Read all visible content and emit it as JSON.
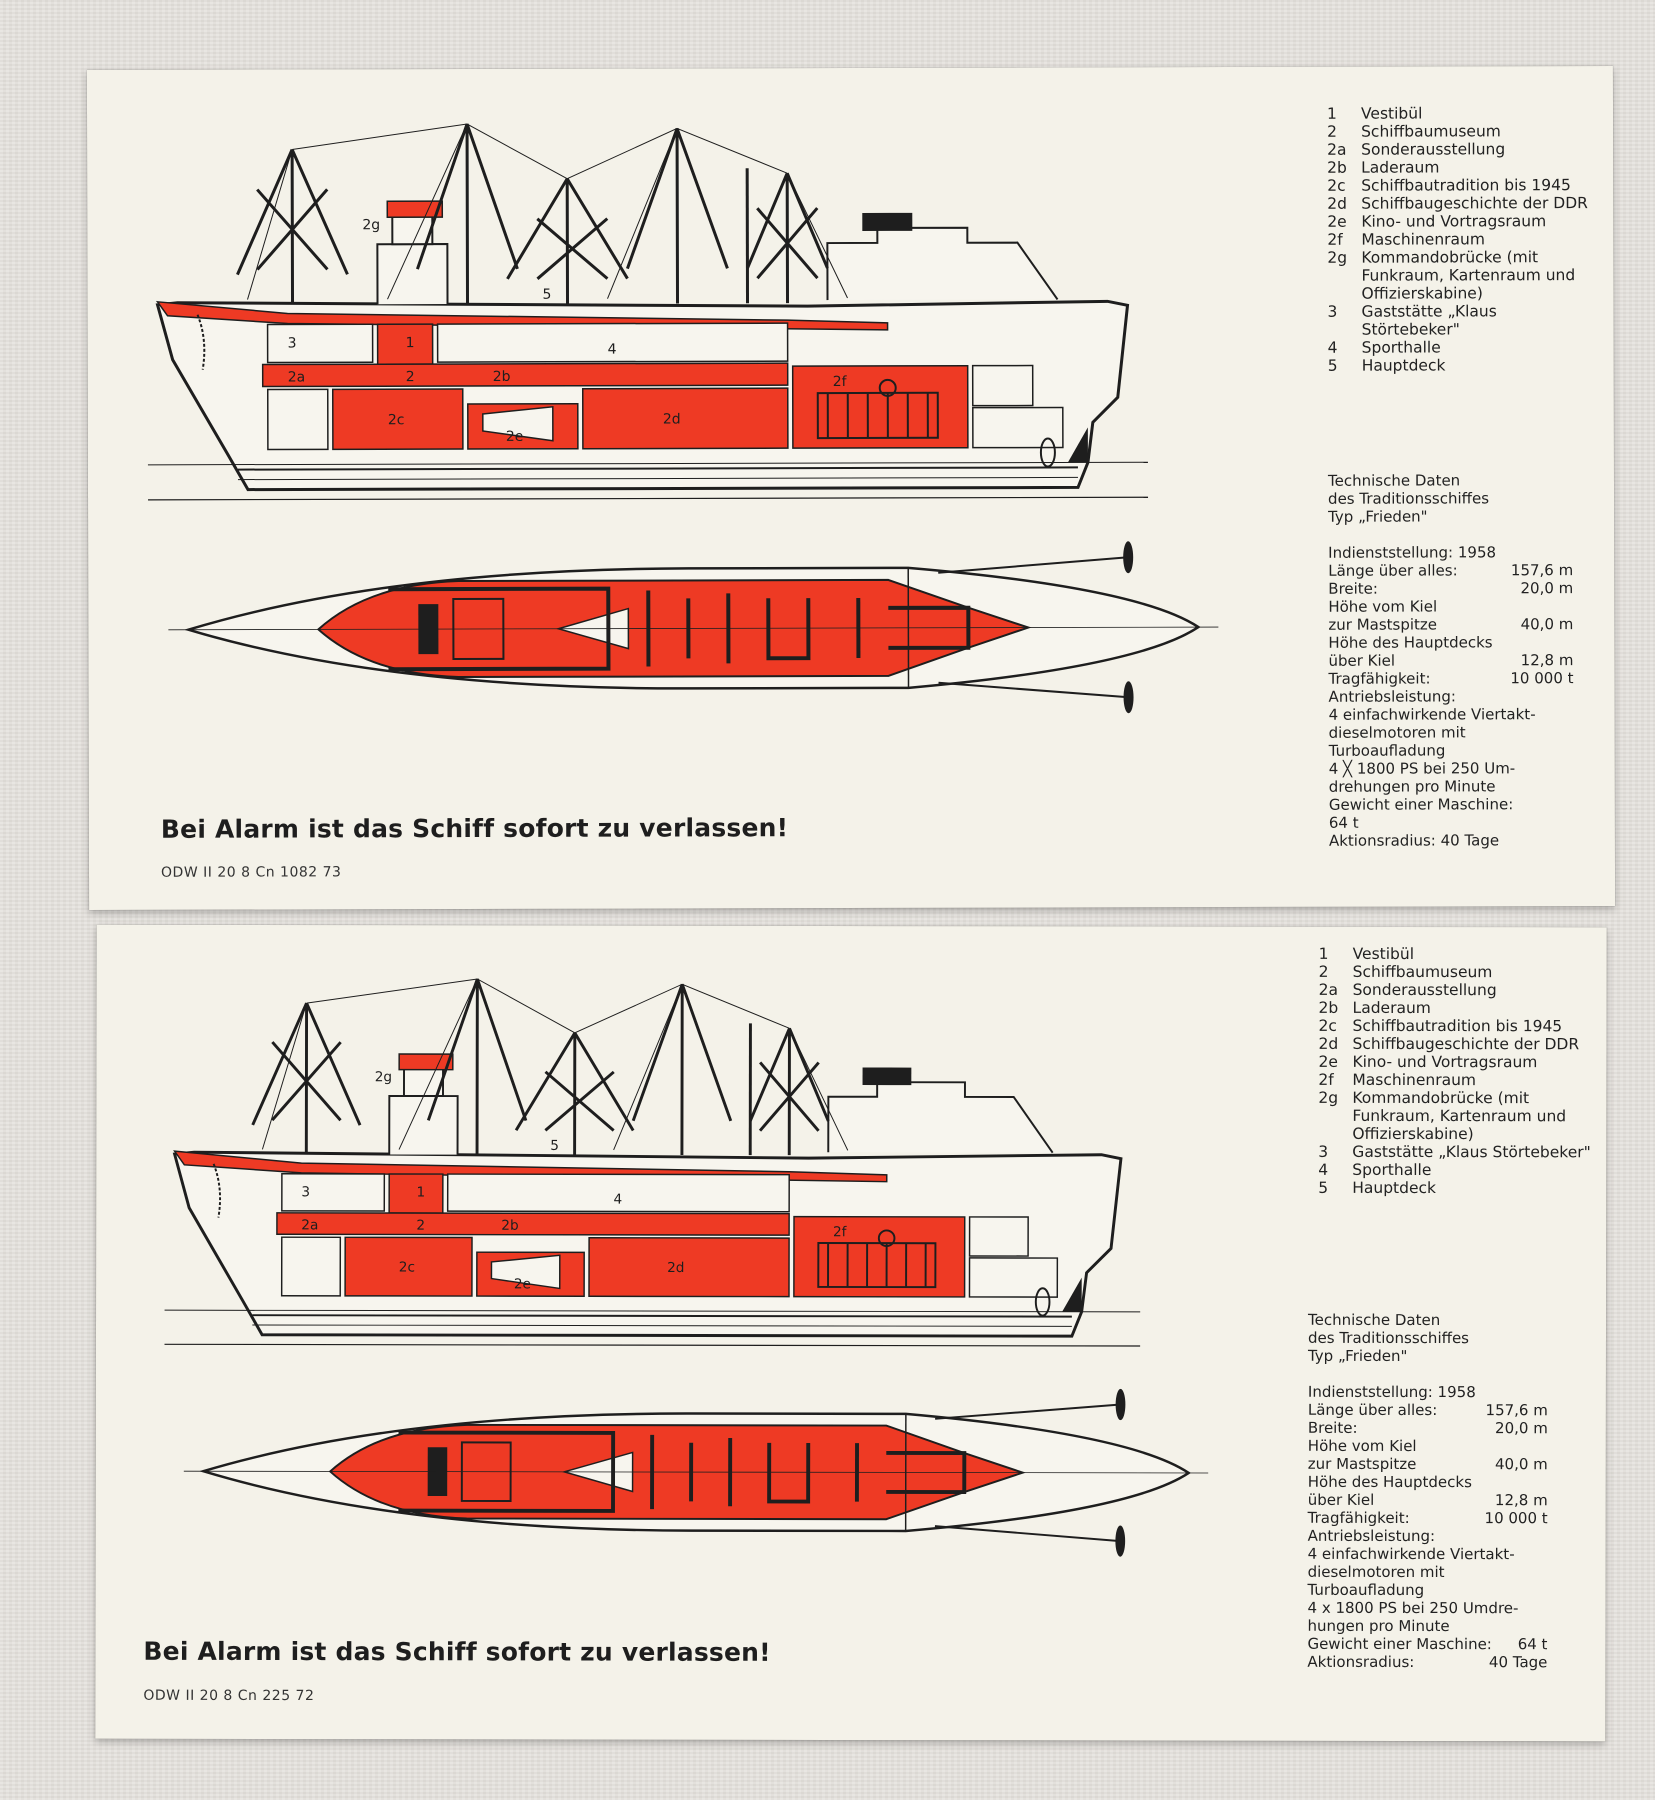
{
  "colors": {
    "accent_red": "#ee3a24",
    "ink": "#1e1e1e",
    "card": "#f4f2e9"
  },
  "cards": [
    {
      "diagram_labels": [
        "1",
        "2",
        "2a",
        "2b",
        "2c",
        "2d",
        "2e",
        "2f",
        "2g",
        "3",
        "4",
        "5"
      ],
      "legend": [
        {
          "num": "1",
          "text": "Vestibül"
        },
        {
          "num": "2",
          "text": "Schiffbaumuseum"
        },
        {
          "num": "2a",
          "text": "Sonderausstellung"
        },
        {
          "num": "2b",
          "text": "Laderaum"
        },
        {
          "num": "2c",
          "text": "Schiffbautradition bis 1945"
        },
        {
          "num": "2d",
          "text": "Schiffbaugeschichte der DDR"
        },
        {
          "num": "2e",
          "text": "Kino- und Vortragsraum"
        },
        {
          "num": "2f",
          "text": "Maschinenraum"
        },
        {
          "num": "2g",
          "text": "Kommandobrücke (mit Funkraum, Kartenraum und Offizierskabine)"
        },
        {
          "num": "3",
          "text": "Gaststätte „Klaus Störtebeker\""
        },
        {
          "num": "4",
          "text": "Sporthalle"
        },
        {
          "num": "5",
          "text": "Hauptdeck"
        }
      ],
      "tech_header": [
        "Technische Daten",
        "des Traditionsschiffes",
        "Typ „Frieden\""
      ],
      "tech_lines": [
        {
          "label": "Indienststellung: 1958",
          "value": ""
        },
        {
          "label": "Länge über alles:",
          "value": "157,6 m"
        },
        {
          "label": "Breite:",
          "value": "20,0 m"
        },
        {
          "label": "Höhe vom Kiel",
          "value": ""
        },
        {
          "label": "zur Mastspitze",
          "value": "40,0 m"
        },
        {
          "label": "Höhe des Hauptdecks",
          "value": ""
        },
        {
          "label": "über Kiel",
          "value": "12,8 m"
        },
        {
          "label": "Tragfähigkeit:",
          "value": "10 000 t"
        },
        {
          "label": "Antriebsleistung:",
          "value": ""
        },
        {
          "label": "4 einfachwirkende Viertakt-",
          "value": ""
        },
        {
          "label": "dieselmotoren mit",
          "value": ""
        },
        {
          "label": "Turboaufladung",
          "value": ""
        },
        {
          "label": "4 ╳ 1800 PS bei 250 Um-",
          "value": ""
        },
        {
          "label": "drehungen pro Minute",
          "value": ""
        },
        {
          "label": "Gewicht einer Maschine:",
          "value": ""
        },
        {
          "label": "64 t",
          "value": ""
        },
        {
          "label": "Aktionsradius: 40 Tage",
          "value": ""
        }
      ],
      "warning": "Bei Alarm ist das Schiff sofort zu verlassen!",
      "code": "ODW II 20 8 Cn 1082 73"
    },
    {
      "diagram_labels": [
        "1",
        "2",
        "2a",
        "2b",
        "2c",
        "2d",
        "2e",
        "2f",
        "2g",
        "3",
        "4",
        "5"
      ],
      "legend": [
        {
          "num": "1",
          "text": "Vestibül"
        },
        {
          "num": "2",
          "text": "Schiffbaumuseum"
        },
        {
          "num": "2a",
          "text": "Sonderausstellung"
        },
        {
          "num": "2b",
          "text": "Laderaum"
        },
        {
          "num": "2c",
          "text": "Schiffbautradition bis 1945"
        },
        {
          "num": "2d",
          "text": "Schiffbaugeschichte der DDR"
        },
        {
          "num": "2e",
          "text": "Kino- und Vortragsraum"
        },
        {
          "num": "2f",
          "text": "Maschinenraum"
        },
        {
          "num": "2g",
          "text": "Kommandobrücke (mit Funkraum, Kartenraum und Offizierskabine)"
        },
        {
          "num": "3",
          "text": "Gaststätte „Klaus Störtebeker\""
        },
        {
          "num": "4",
          "text": "Sporthalle"
        },
        {
          "num": "5",
          "text": "Hauptdeck"
        }
      ],
      "tech_header": [
        "Technische Daten",
        "des Traditionsschiffes",
        "Typ „Frieden\""
      ],
      "tech_lines": [
        {
          "label": "Indienststellung: 1958",
          "value": ""
        },
        {
          "label": "Länge über alles:",
          "value": "157,6 m"
        },
        {
          "label": "Breite:",
          "value": "20,0 m"
        },
        {
          "label": "Höhe vom Kiel",
          "value": ""
        },
        {
          "label": "zur Mastspitze",
          "value": "40,0 m"
        },
        {
          "label": "Höhe des Hauptdecks",
          "value": ""
        },
        {
          "label": "über Kiel",
          "value": "12,8 m"
        },
        {
          "label": "Tragfähigkeit:",
          "value": "10 000 t"
        },
        {
          "label": "Antriebsleistung:",
          "value": ""
        },
        {
          "label": "4 einfachwirkende Viertakt-",
          "value": ""
        },
        {
          "label": "dieselmotoren mit",
          "value": ""
        },
        {
          "label": "Turboaufladung",
          "value": ""
        },
        {
          "label": "4 x 1800 PS bei 250 Umdre-",
          "value": ""
        },
        {
          "label": "hungen pro Minute",
          "value": ""
        },
        {
          "label": "Gewicht einer Maschine:",
          "value": "64 t"
        },
        {
          "label": "Aktionsradius:",
          "value": "40 Tage"
        }
      ],
      "warning": "Bei Alarm ist das Schiff sofort zu verlassen!",
      "code": "ODW II 20 8 Cn 225 72"
    }
  ]
}
